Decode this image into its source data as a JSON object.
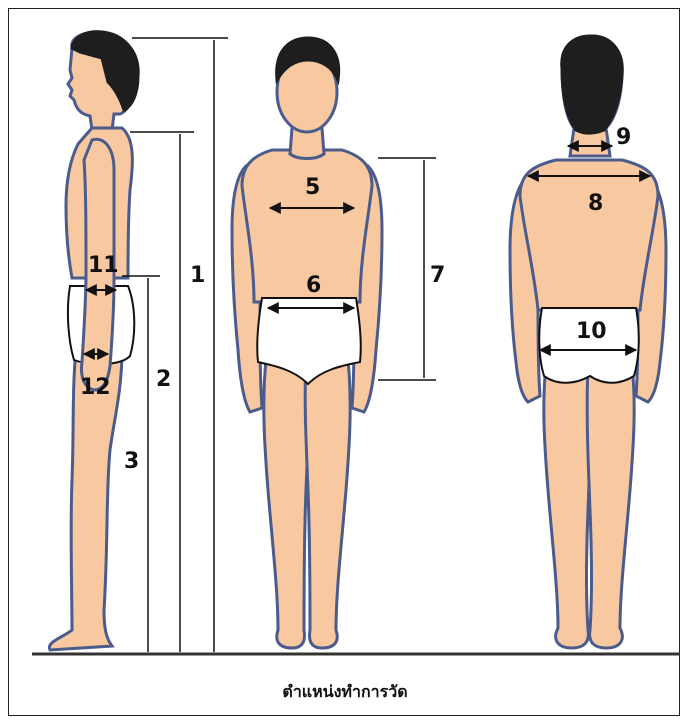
{
  "colors": {
    "skin": "#f8c9a0",
    "outline": "#4a5b8c",
    "hair": "#1e1e1e",
    "briefs": "#ffffff",
    "line": "#111111",
    "ground": "#333333"
  },
  "labels": {
    "m1": "1",
    "m2": "2",
    "m3": "3",
    "m5": "5",
    "m6": "6",
    "m7": "7",
    "m8": "8",
    "m9": "9",
    "m10": "10",
    "m11": "11",
    "m12": "12"
  },
  "caption": "ตำแหน่งทำการวัด"
}
